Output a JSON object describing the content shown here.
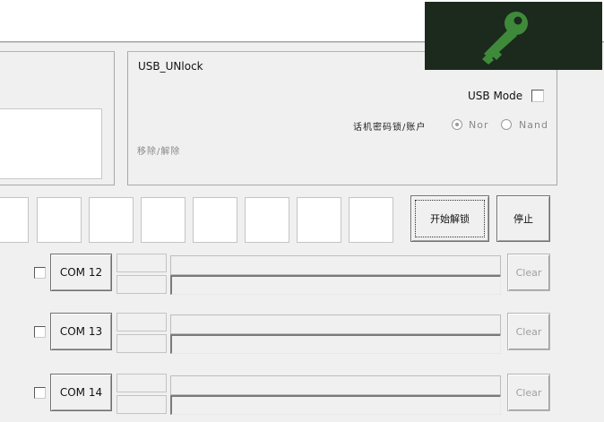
{
  "usb_group": {
    "title": "USB_UNlock",
    "usb_mode_label": "USB Mode",
    "usb_mode_checked": false,
    "phone_pwd_label": "话机密码锁/账户",
    "radio_nor": "Nor",
    "radio_nand": "Nand",
    "erase_label": "移除/解除"
  },
  "actions": {
    "start_label": "开始解锁",
    "stop_label": "停止"
  },
  "ports": [
    {
      "label": "COM 12",
      "clear_label": "Clear",
      "checked": false
    },
    {
      "label": "COM 13",
      "clear_label": "Clear",
      "checked": false
    },
    {
      "label": "COM 14",
      "clear_label": "Clear",
      "checked": false
    }
  ],
  "colors": {
    "key_bg": "#1b2a1c",
    "key_color": "#3f8a3a"
  },
  "icons": {
    "overlay": "key-icon"
  }
}
